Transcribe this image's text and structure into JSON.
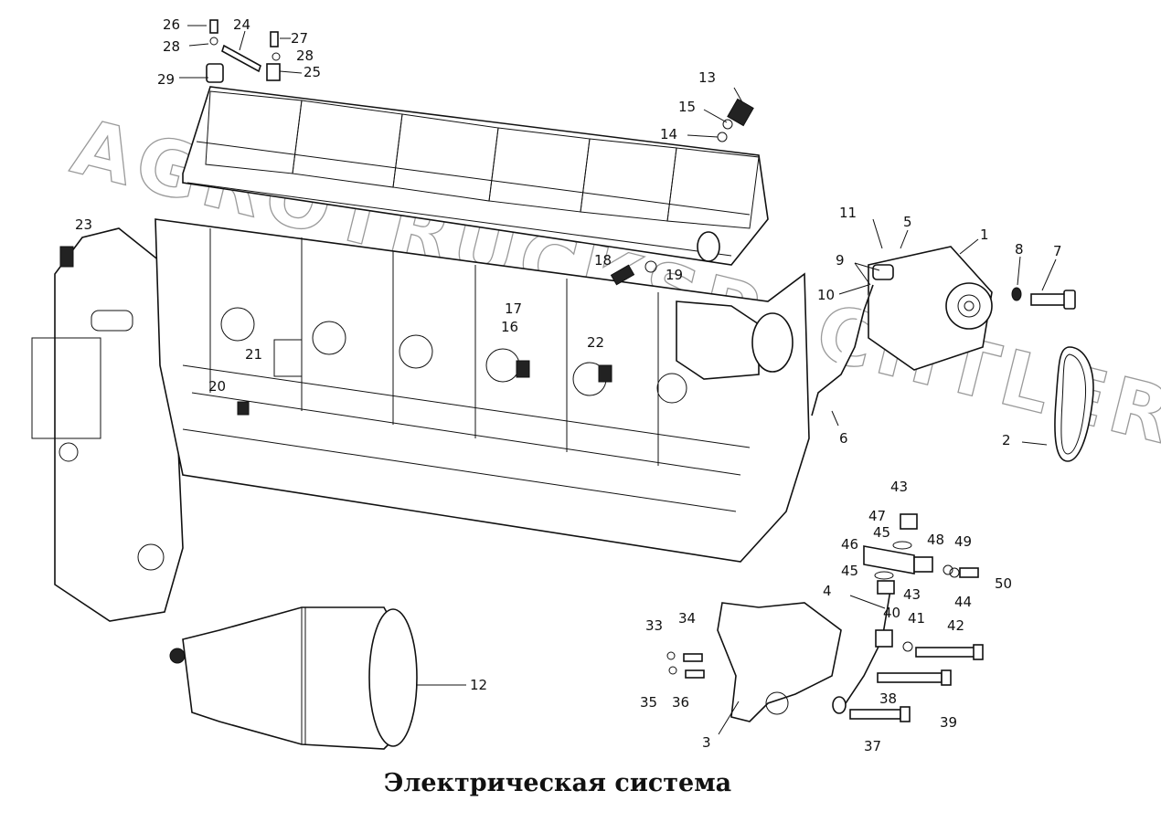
{
  "caption": "Электрическая система",
  "watermark": "AGROTRUCKSPACHTLER.RU",
  "callouts": [
    "1",
    "2",
    "3",
    "4",
    "5",
    "6",
    "7",
    "8",
    "9",
    "10",
    "11",
    "12",
    "13",
    "14",
    "15",
    "16",
    "17",
    "18",
    "19",
    "20",
    "21",
    "22",
    "23",
    "24",
    "25",
    "26",
    "27",
    "28",
    "28",
    "29",
    "33",
    "34",
    "35",
    "36",
    "37",
    "38",
    "39",
    "40",
    "41",
    "42",
    "43",
    "43",
    "44",
    "45",
    "45",
    "46",
    "47",
    "48",
    "49",
    "50"
  ]
}
